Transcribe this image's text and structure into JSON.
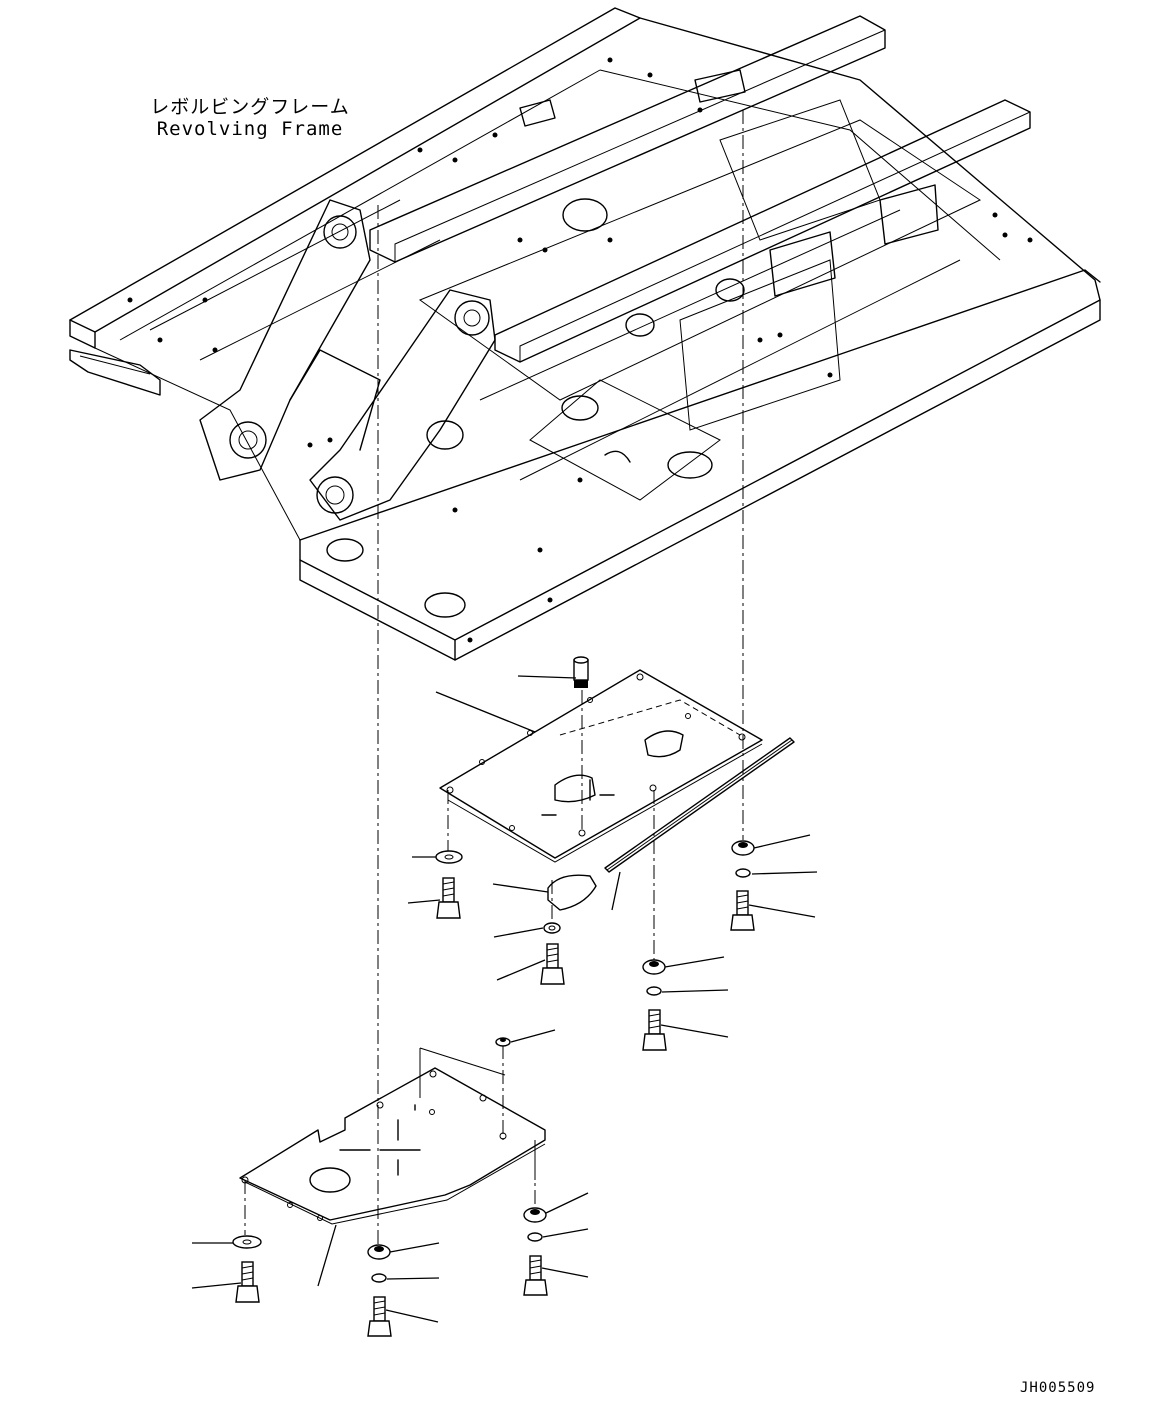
{
  "diagram": {
    "title_ja": "レボルビングフレーム",
    "title_en": "Revolving Frame",
    "drawing_code": "JH005509"
  }
}
